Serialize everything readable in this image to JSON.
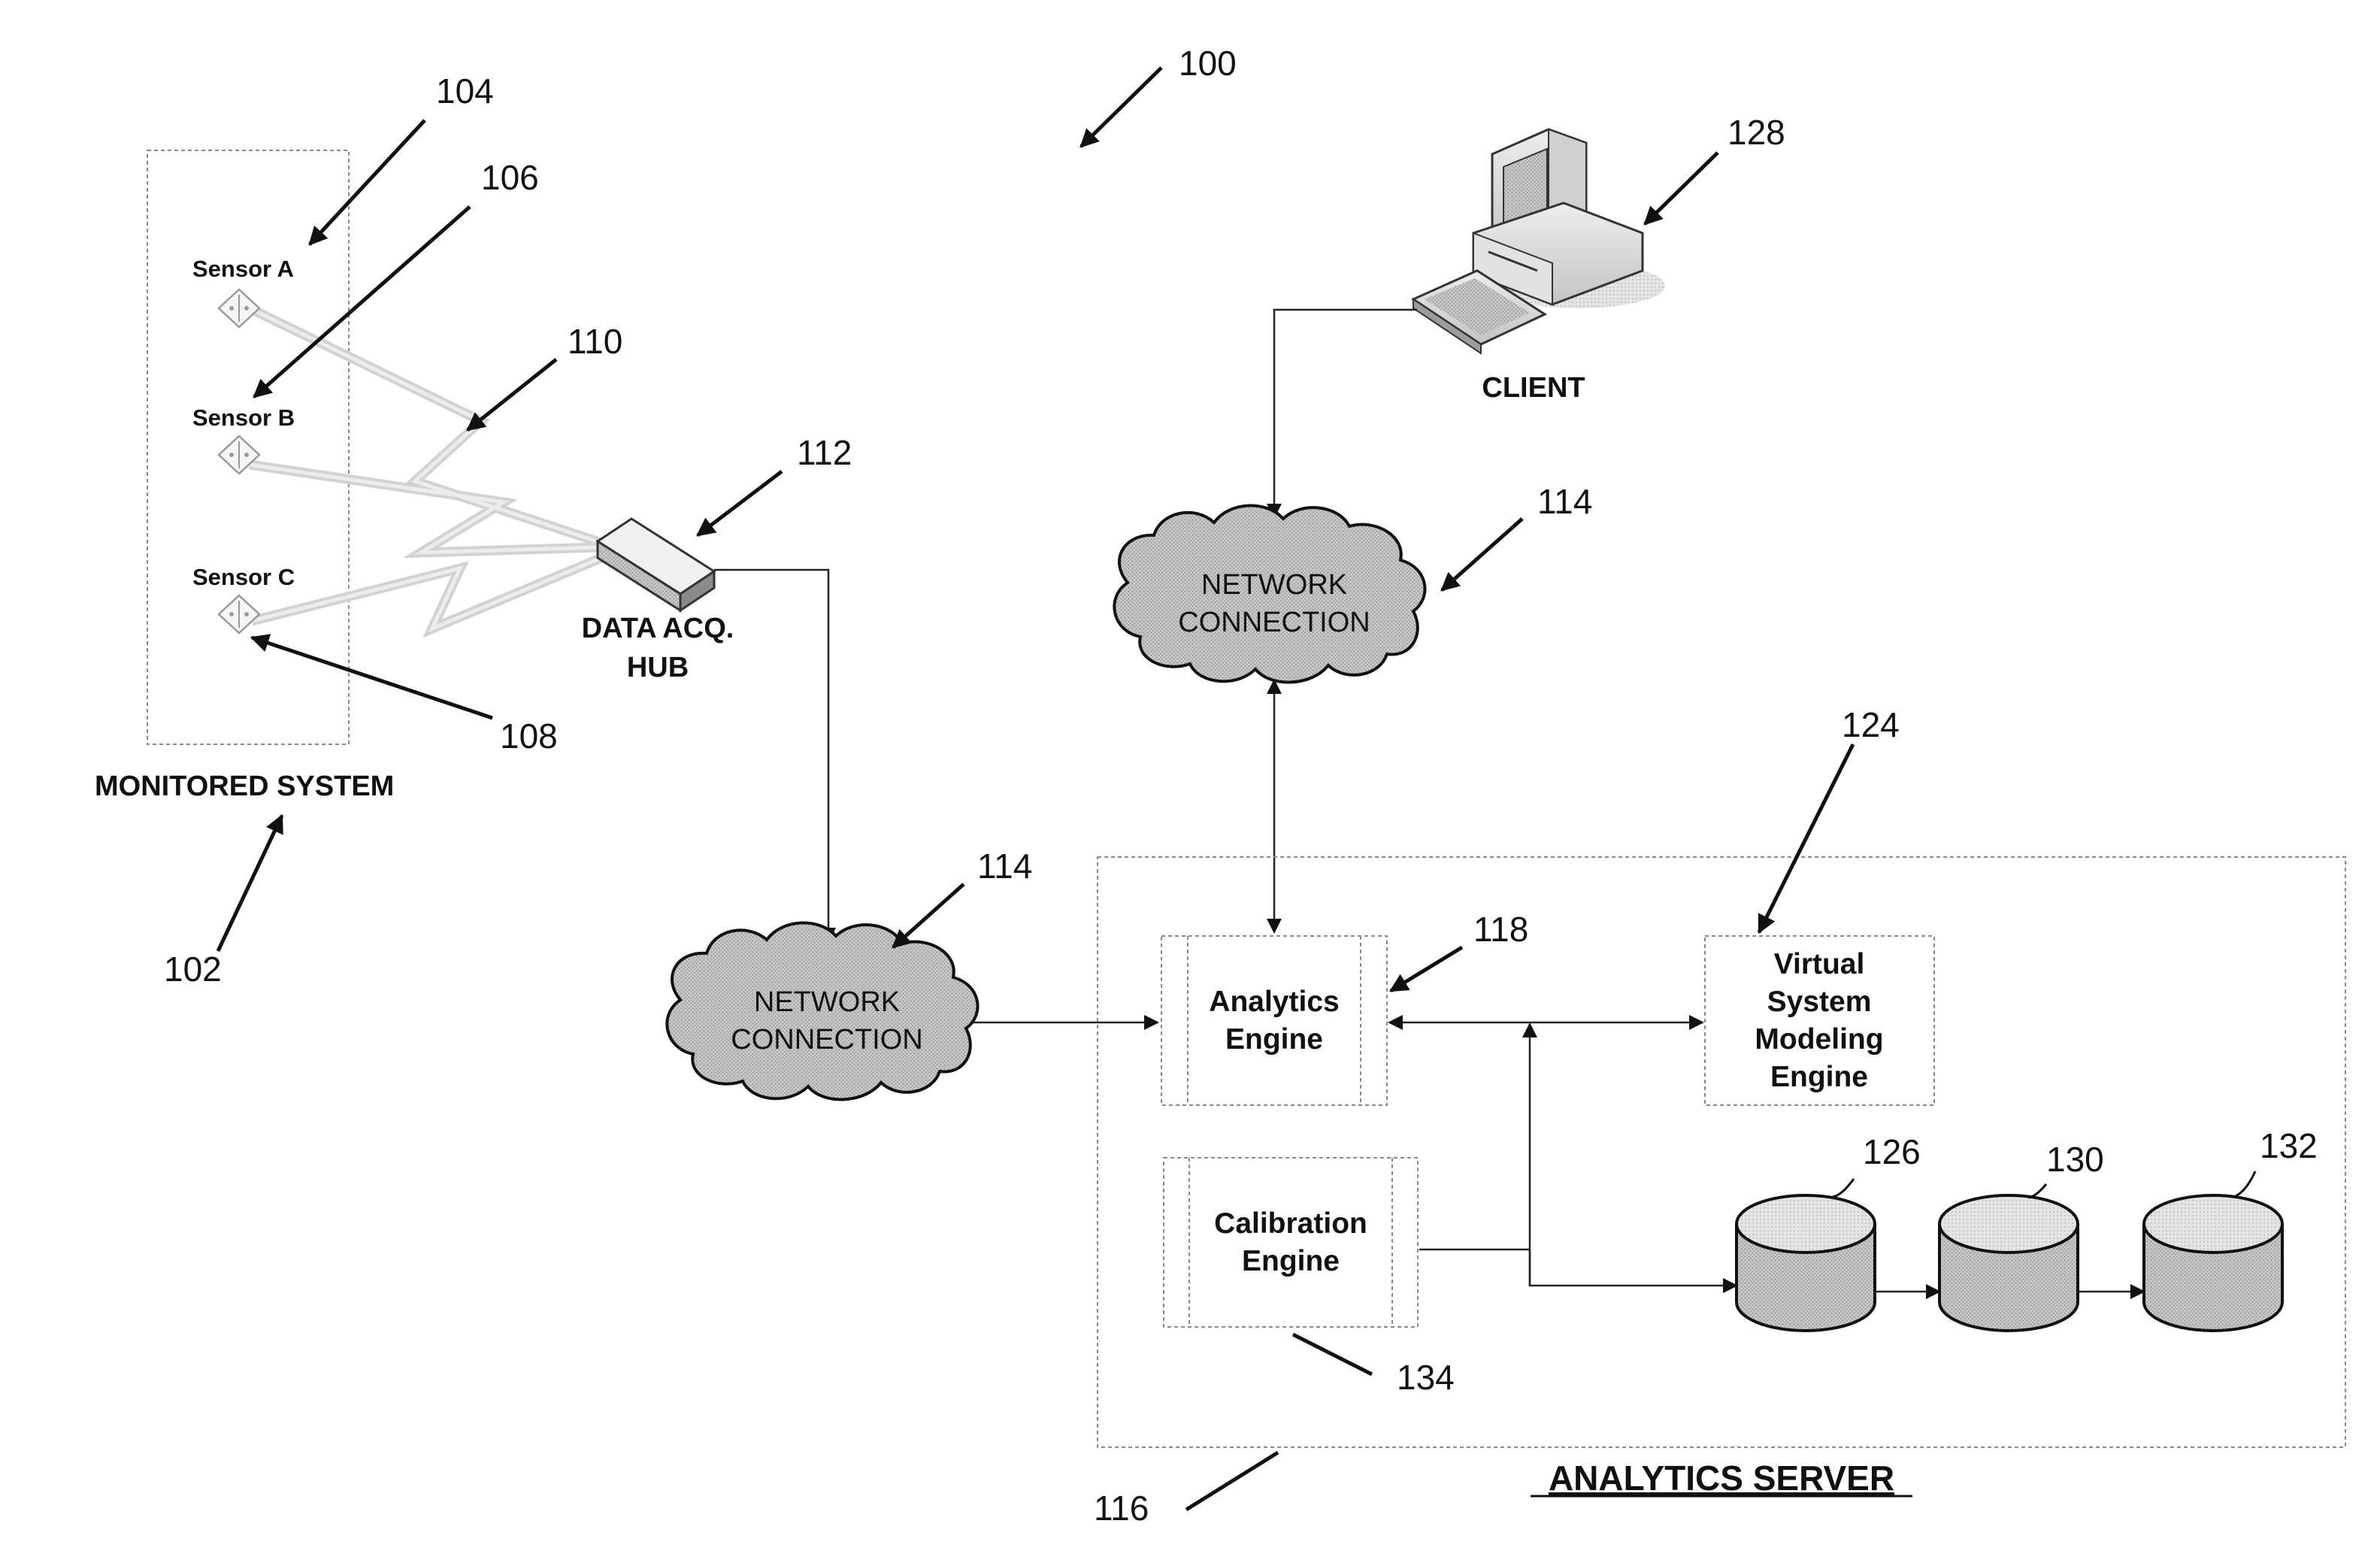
{
  "figure": {
    "ref_main": "100",
    "monitored_system": {
      "label": "MONITORED SYSTEM",
      "ref": "102",
      "sensors": [
        {
          "label": "Sensor A",
          "ref": "104"
        },
        {
          "label": "Sensor B",
          "ref": "106"
        },
        {
          "label": "Sensor C",
          "ref": "108"
        }
      ],
      "wireless_ref": "110"
    },
    "hub": {
      "line1": "DATA ACQ.",
      "line2": "HUB",
      "ref": "112"
    },
    "network_left": {
      "line1": "NETWORK",
      "line2": "CONNECTION",
      "ref": "114"
    },
    "network_top": {
      "line1": "NETWORK",
      "line2": "CONNECTION",
      "ref": "114"
    },
    "client": {
      "label": "CLIENT",
      "ref": "128"
    },
    "server": {
      "label": "ANALYTICS SERVER",
      "ref": "116",
      "analytics_engine": {
        "line1": "Analytics",
        "line2": "Engine",
        "ref": "118"
      },
      "virtual_engine": {
        "line1": "Virtual",
        "line2": "System",
        "line3": "Modeling",
        "line4": "Engine",
        "ref": "124"
      },
      "calibration_engine": {
        "line1": "Calibration",
        "line2": "Engine",
        "ref": "134"
      },
      "databases": [
        {
          "ref": "126"
        },
        {
          "ref": "130"
        },
        {
          "ref": "132"
        }
      ]
    }
  }
}
